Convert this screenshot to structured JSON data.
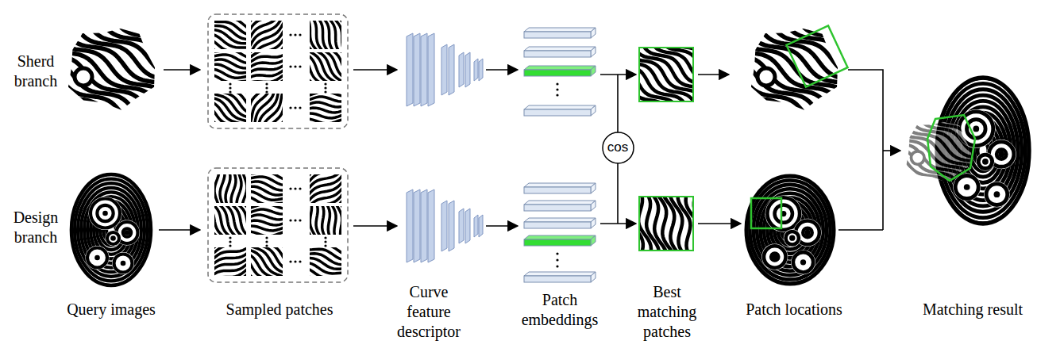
{
  "diagram": {
    "nodes": [
      {
        "text": [
          "cos"
        ]
      }
    ],
    "labels": [
      "Sherd branch",
      "Design branch",
      "Query images",
      "Sampled patches",
      "Curve feature descriptor",
      "Patch embeddings",
      "Best matching patches",
      "Patch locations",
      "Matching result"
    ]
  }
}
